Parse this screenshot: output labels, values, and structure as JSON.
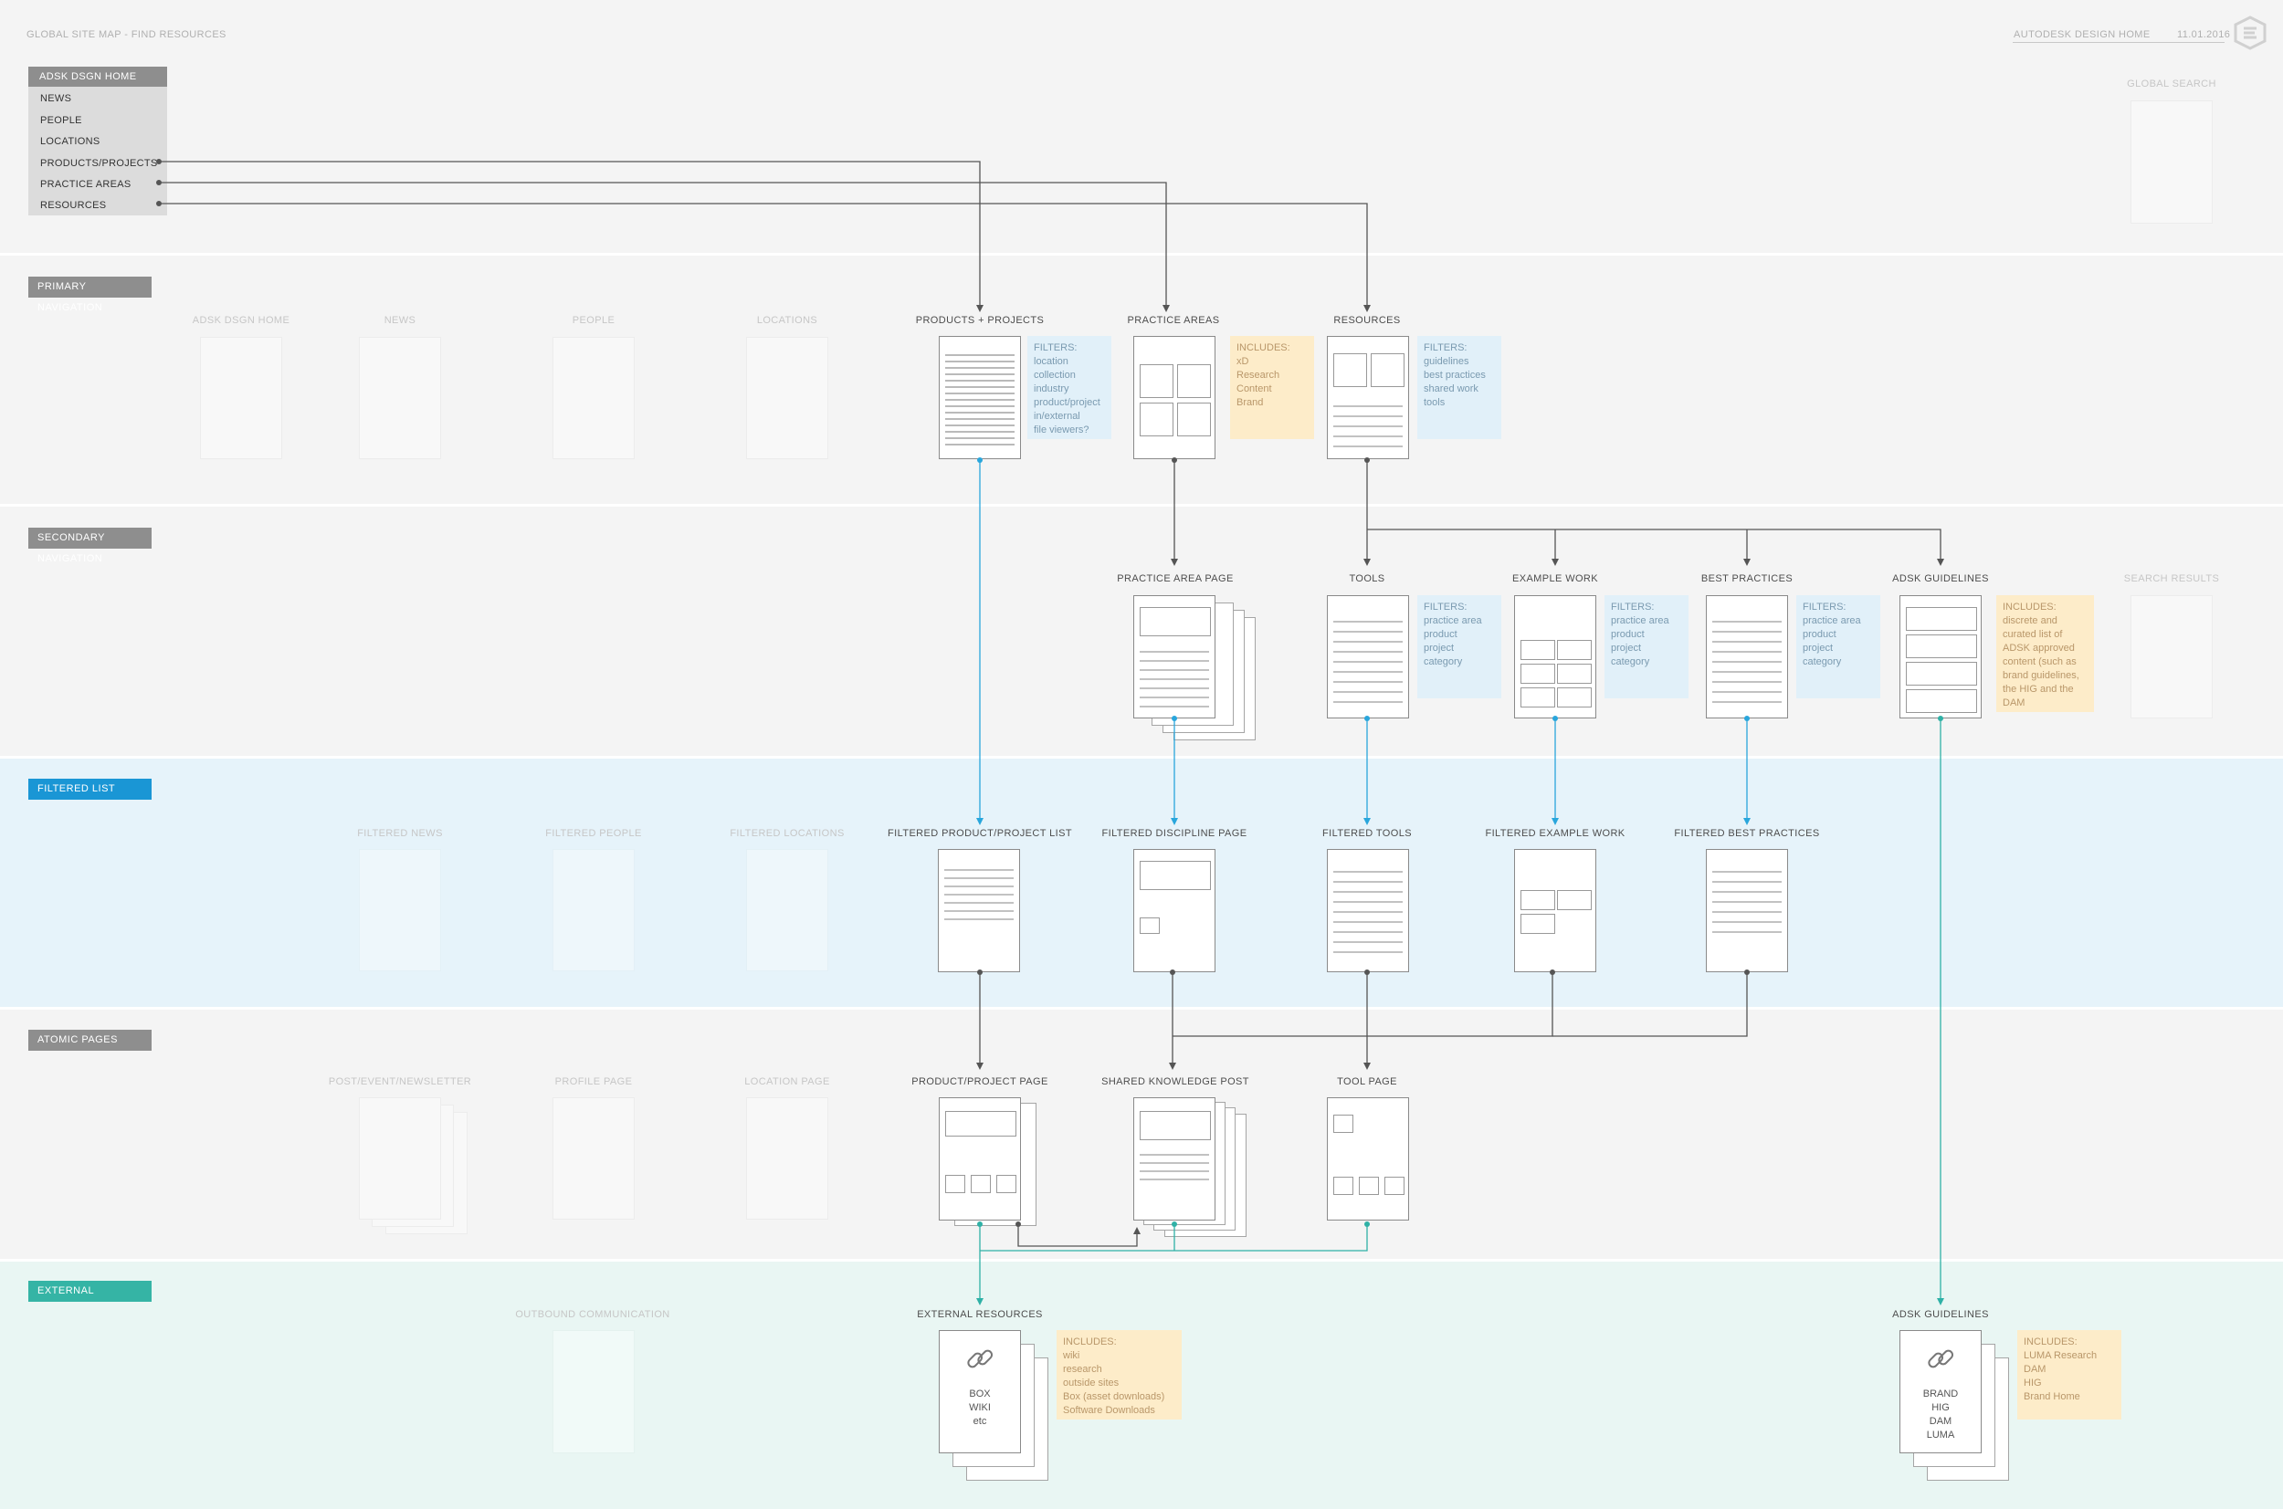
{
  "header": {
    "title": "GLOBAL SITE MAP -  FIND RESOURCES",
    "project": "AUTODESK DESIGN HOME",
    "date": "11.01.2016"
  },
  "global_search": "GLOBAL SEARCH",
  "menu": {
    "title": "ADSK DSGN HOME",
    "items": [
      "NEWS",
      "PEOPLE",
      "LOCATIONS",
      "PRODUCTS/PROJECTS",
      "PRACTICE AREAS",
      "RESOURCES"
    ]
  },
  "sections": {
    "primary": "PRIMARY NAVIGATION",
    "secondary": "SECONDARY NAVIGATION",
    "filtered": "FILTERED LIST",
    "atomic": "ATOMIC PAGES",
    "external": "EXTERNAL"
  },
  "primary": {
    "ghosts": [
      "ADSK DSGN HOME",
      "NEWS",
      "PEOPLE",
      "LOCATIONS"
    ],
    "products": "PRODUCTS + PROJECTS",
    "practice": "PRACTICE AREAS",
    "resources": "RESOURCES"
  },
  "secondary": {
    "practice_page": "PRACTICE AREA PAGE",
    "tools": "TOOLS",
    "example_work": "EXAMPLE WORK",
    "best_practices": "BEST PRACTICES",
    "guidelines": "ADSK GUIDELINES",
    "search_results": "SEARCH RESULTS"
  },
  "filtered": {
    "ghosts": [
      "FILTERED NEWS",
      "FILTERED PEOPLE",
      "FILTERED LOCATIONS"
    ],
    "products": "FILTERED PRODUCT/PROJECT LIST",
    "discipline": "FILTERED DISCIPLINE PAGE",
    "tools": "FILTERED TOOLS",
    "example": "FILTERED EXAMPLE WORK",
    "best": "FILTERED BEST PRACTICES"
  },
  "atomic": {
    "ghosts": [
      "POST/EVENT/NEWSLETTER",
      "PROFILE PAGE",
      "LOCATION PAGE"
    ],
    "product_page": "PRODUCT/PROJECT PAGE",
    "knowledge": "SHARED KNOWLEDGE POST",
    "tool_page": "TOOL PAGE"
  },
  "external": {
    "outbound": "OUTBOUND COMMUNICATION",
    "resources": "EXTERNAL RESOURCES",
    "guidelines": "ADSK GUIDELINES",
    "resources_lines": [
      "BOX",
      "WIKI",
      "etc"
    ],
    "guidelines_lines": [
      "BRAND",
      "HIG",
      "DAM",
      "LUMA"
    ]
  },
  "notes": {
    "products": {
      "title": "FILTERS:",
      "lines": [
        "location",
        "collection",
        "industry",
        "product/project",
        "in/external",
        "file viewers?"
      ]
    },
    "practice": {
      "title": "INCLUDES:",
      "lines": [
        "xD",
        "Research",
        "Content",
        "Brand"
      ]
    },
    "resources": {
      "title": "FILTERS:",
      "lines": [
        "guidelines",
        "best practices",
        "shared work",
        "tools"
      ]
    },
    "tools": {
      "title": "FILTERS:",
      "lines": [
        "practice area",
        "product",
        "project",
        "category"
      ]
    },
    "example": {
      "title": "FILTERS:",
      "lines": [
        "practice area",
        "product",
        "project",
        "category"
      ]
    },
    "best": {
      "title": "FILTERS:",
      "lines": [
        "practice area",
        "product",
        "project",
        "category"
      ]
    },
    "guidelines": {
      "title": "INCLUDES:",
      "lines": [
        "discrete and",
        "curated list of",
        "ADSK approved",
        "content (such as",
        "brand guidelines,",
        "the HIG and the",
        "DAM"
      ]
    },
    "ext_resources": {
      "title": "INCLUDES:",
      "lines": [
        "wiki",
        "research",
        "outside sites",
        "Box (asset downloads)",
        "Software Downloads"
      ]
    },
    "ext_guidelines": {
      "title": "INCLUDES:",
      "lines": [
        "LUMA Research",
        "DAM",
        "HIG",
        "Brand Home"
      ]
    }
  },
  "colors": {
    "section_gray": "#8e8e8e",
    "filtered_blue": "#1a96d5",
    "external_teal": "#35b4a5",
    "filtered_band": "#e6f3fa",
    "external_band": "#e9f6f3",
    "note_blue": "#e1f0f9",
    "note_yellow": "#fdecc9"
  }
}
